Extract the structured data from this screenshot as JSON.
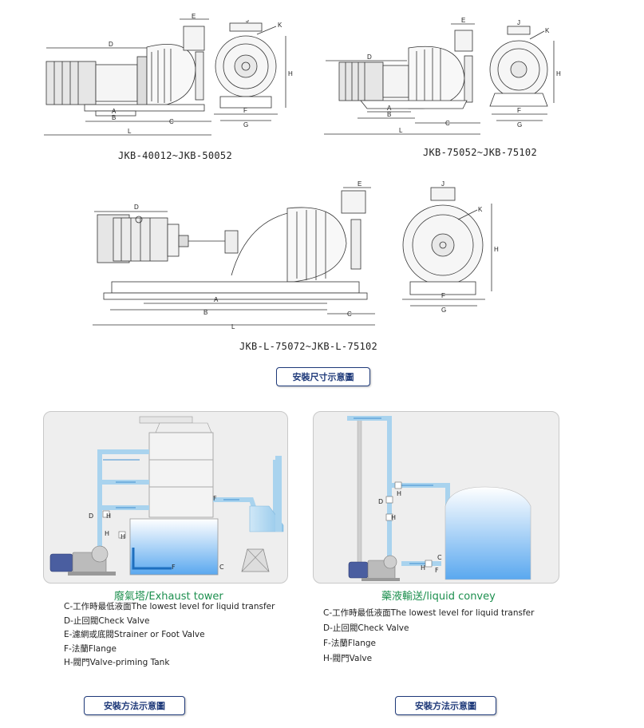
{
  "drawings": [
    {
      "caption": "JKB-40012~JKB-50052"
    },
    {
      "caption": "JKB-75052~JKB-75102"
    },
    {
      "caption": "JKB-L-75072~JKB-L-75102"
    }
  ],
  "dimension_letters": {
    "D": "D",
    "E": "E",
    "J": "J",
    "K": "K",
    "H": "H",
    "A": "A",
    "B": "B",
    "C": "C",
    "F": "F",
    "G": "G",
    "L": "L"
  },
  "install_size_button": "安裝尺寸示意圖",
  "exhaust": {
    "title": "廢氣塔/Exhaust tower",
    "legend": [
      "C-工作時最低液面The lowest level for liquid transfer",
      "D-止回閥Check Valve",
      "E-濾網或底閥Strainer or Foot Valve",
      "F-法蘭Flange",
      "H-閥門Valve-priming Tank"
    ],
    "button": "安裝方法示意圖"
  },
  "liquid": {
    "title": "藥液輸送/liquid convey",
    "legend": [
      "C-工作時最低液面The lowest level for liquid transfer",
      "D-止回閥Check Valve",
      "F-法蘭Flange",
      "H-閥門Valve"
    ],
    "button": "安裝方法示意圖"
  },
  "colors": {
    "button_border": "#1f3a7a",
    "title_green": "#1c8f4e",
    "pipe": "#a9d3ee",
    "pipe_dark": "#3f8fd0",
    "tank_top": "#ffffff",
    "tank_bottom": "#5aa8ef",
    "motor": "#4a5ea0"
  }
}
